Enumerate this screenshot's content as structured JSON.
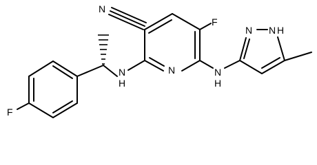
{
  "atoms": {
    "nitrile_N": "N",
    "fluoro_top": "F",
    "pyrazole_N": "N",
    "pyrazole_NH": "N",
    "pyrazole_H": "H",
    "pyridine_N": "N",
    "amine_left_N": "N",
    "amine_left_H": "H",
    "amine_right_N": "N",
    "amine_right_H": "H",
    "fluoro_bottom": "F"
  }
}
